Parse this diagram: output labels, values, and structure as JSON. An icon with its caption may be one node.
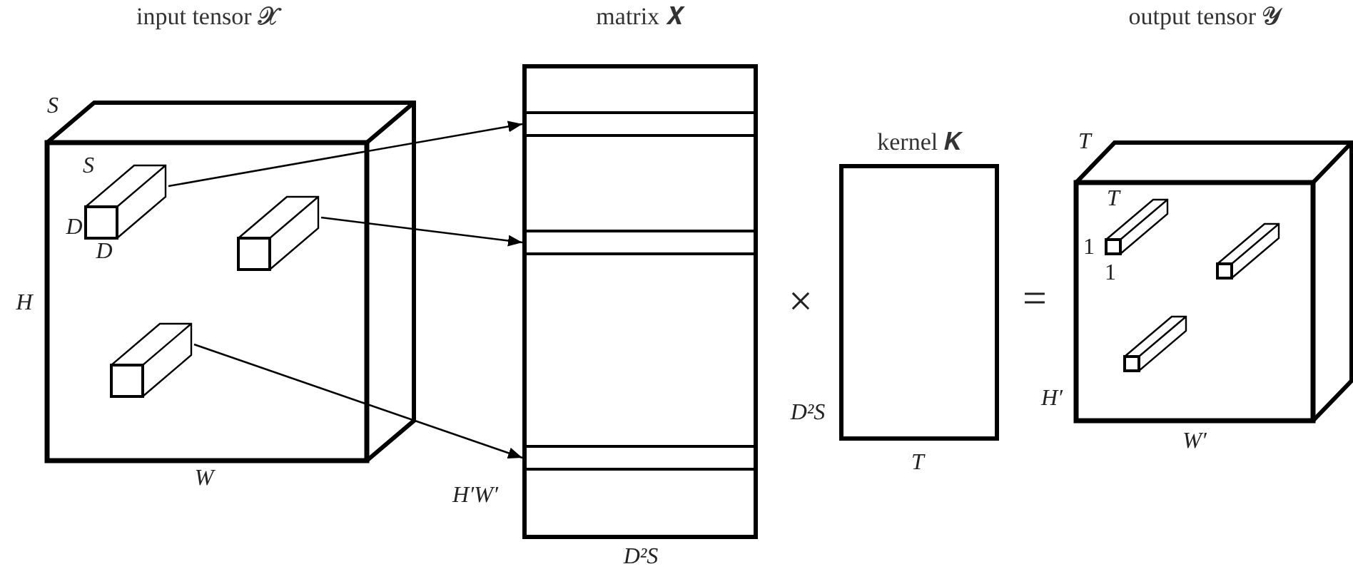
{
  "diagram": {
    "nodes": [
      {
        "text": [
          "input tensor 𝓧"
        ]
      },
      {
        "text": [],
        "shape": "box",
        "in": 0
      },
      {
        "text": [],
        "shape": "box",
        "in": 0
      },
      {
        "text": [],
        "shape": "box",
        "in": 0
      },
      {
        "text": [
          "matrix 𝑿"
        ]
      },
      {
        "text": [],
        "shape": "bar",
        "in": 4
      },
      {
        "text": [],
        "shape": "bar",
        "in": 4
      },
      {
        "text": [],
        "shape": "bar",
        "in": 4
      },
      {
        "text": [
          "kernel 𝑲"
        ]
      },
      {
        "text": [
          "output tensor 𝓨"
        ]
      },
      {
        "text": [],
        "shape": "box",
        "in": 9
      },
      {
        "text": [],
        "shape": "box",
        "in": 9
      },
      {
        "text": [],
        "shape": "box",
        "in": 9
      }
    ],
    "edges": [
      {
        "from": 1,
        "to": 5,
        "arrow": "to"
      },
      {
        "from": 2,
        "to": 6,
        "arrow": "to"
      },
      {
        "from": 3,
        "to": 7,
        "arrow": "to"
      }
    ],
    "labels": [
      "S",
      "S",
      "D",
      "D",
      "H",
      "W",
      "H′W′",
      "D²S",
      "×",
      "D²S",
      "T",
      "=",
      "T",
      "T",
      "1",
      "1",
      "H′",
      "W′"
    ]
  }
}
